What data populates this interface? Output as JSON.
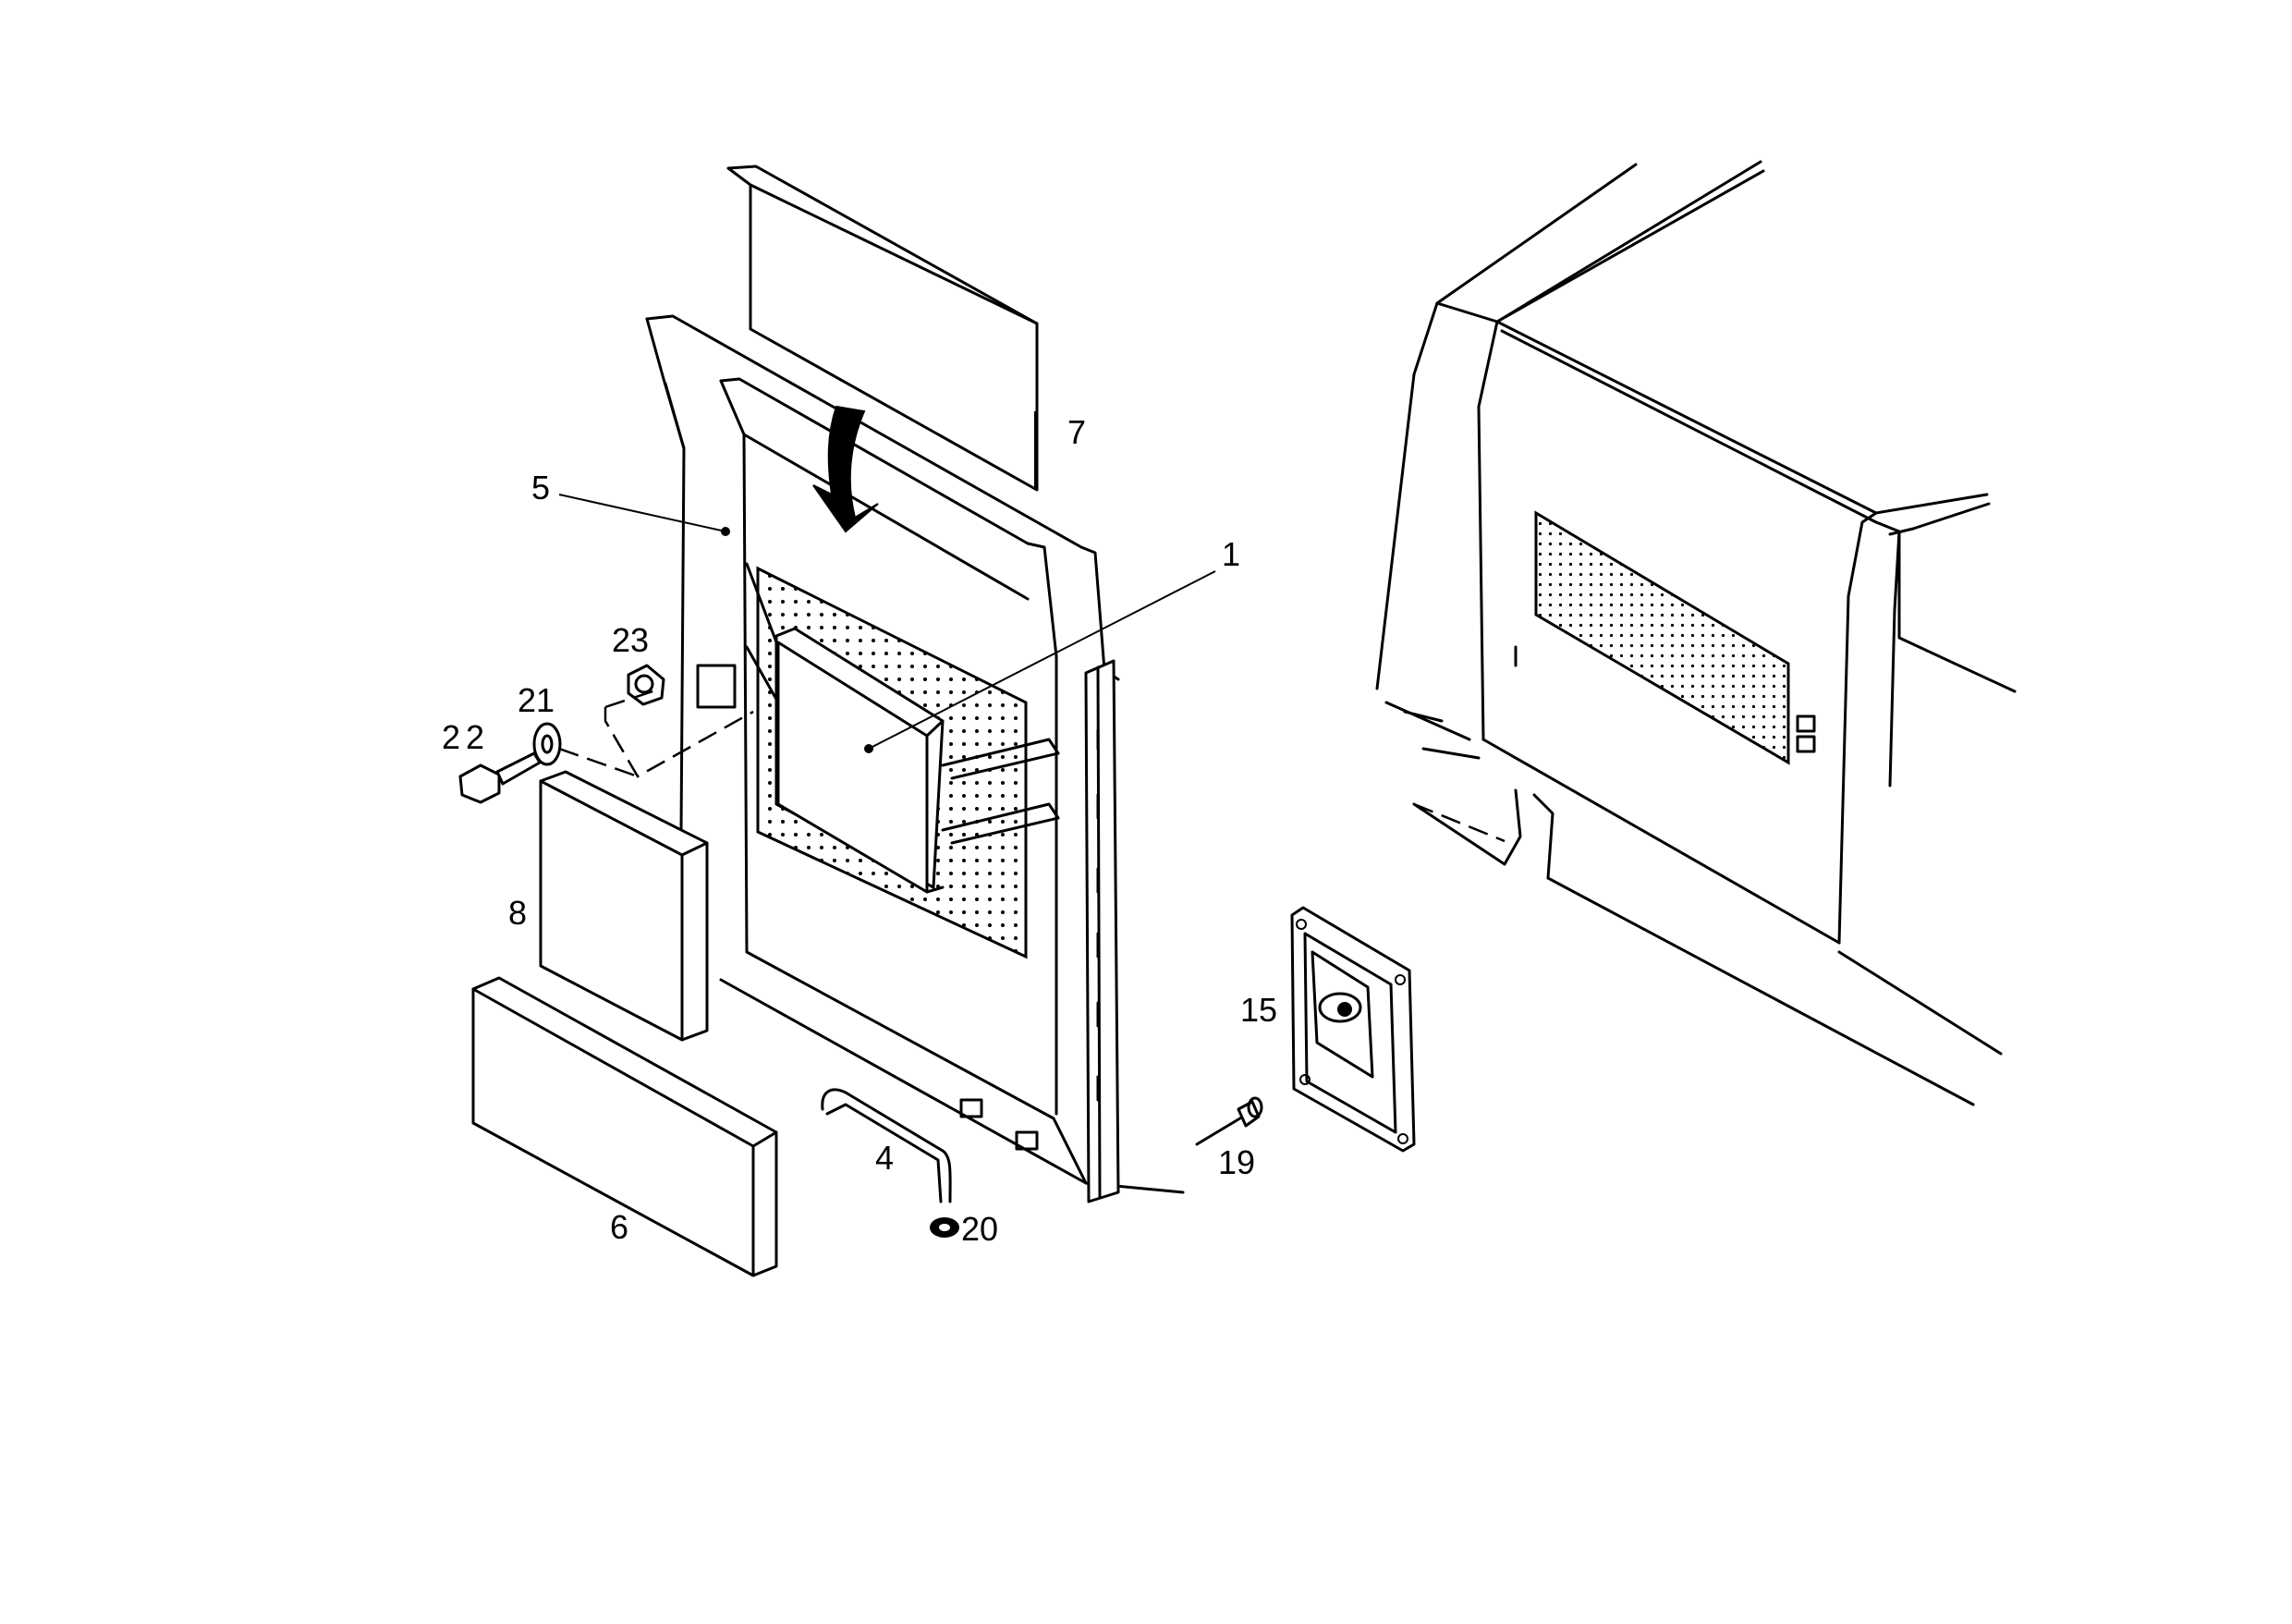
{
  "callouts": [
    {
      "id": "p1",
      "label": "1"
    },
    {
      "id": "p4",
      "label": "4"
    },
    {
      "id": "p5",
      "label": "5"
    },
    {
      "id": "p6",
      "label": "6"
    },
    {
      "id": "p7",
      "label": "7"
    },
    {
      "id": "p8",
      "label": "8"
    },
    {
      "id": "p15",
      "label": "15"
    },
    {
      "id": "p19",
      "label": "19"
    },
    {
      "id": "p20",
      "label": "20"
    },
    {
      "id": "p21",
      "label": "21"
    },
    {
      "id": "p22",
      "label": "22"
    },
    {
      "id": "p23",
      "label": "23"
    }
  ],
  "colors": {
    "line": "#000000",
    "background": "#ffffff"
  }
}
